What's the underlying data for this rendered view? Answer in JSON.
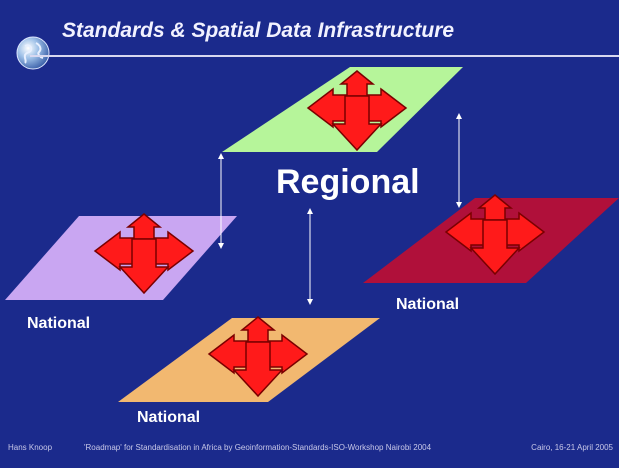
{
  "slide": {
    "title": "Standards & Spatial Data Infrastructure",
    "labels": {
      "regional": "Regional",
      "national_left": "National",
      "national_right": "National",
      "national_bottom": "National"
    },
    "footer": {
      "author": "Hans Knoop",
      "event": "'Roadmap' for Standardisation in Africa by Geoinformation-Standards-ISO-Workshop Nairobi 2004",
      "location_date": "Cairo, 16-21 April 2005"
    },
    "colors": {
      "background": "#1b2a8c",
      "regional_plane": "#b6f59a",
      "national_left_plane": "#c9a6f2",
      "national_right_plane": "#b0103a",
      "national_bottom_plane": "#f2b870",
      "arrow_fill": "#ff1a1a",
      "arrow_outline": "#7a0000"
    },
    "icons": [
      "globe-icon",
      "four-way-arrow-icon",
      "double-headed-arrow-icon"
    ]
  }
}
